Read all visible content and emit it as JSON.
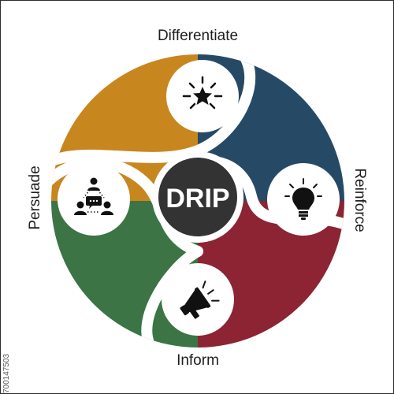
{
  "diagram": {
    "center_label": "DRIP",
    "segments": [
      {
        "key": "differentiate",
        "label": "Differentiate",
        "color": "#C8861E",
        "icon": "star-burst-icon"
      },
      {
        "key": "reinforce",
        "label": "Reinforce",
        "color": "#264A66",
        "icon": "lightbulb-icon"
      },
      {
        "key": "inform",
        "label": "Inform",
        "color": "#8C2433",
        "icon": "megaphone-icon"
      },
      {
        "key": "persuade",
        "label": "Persuade",
        "color": "#3C7446",
        "icon": "team-discussion-icon"
      }
    ],
    "center_color": "#333333"
  },
  "stock_id": "700147503"
}
